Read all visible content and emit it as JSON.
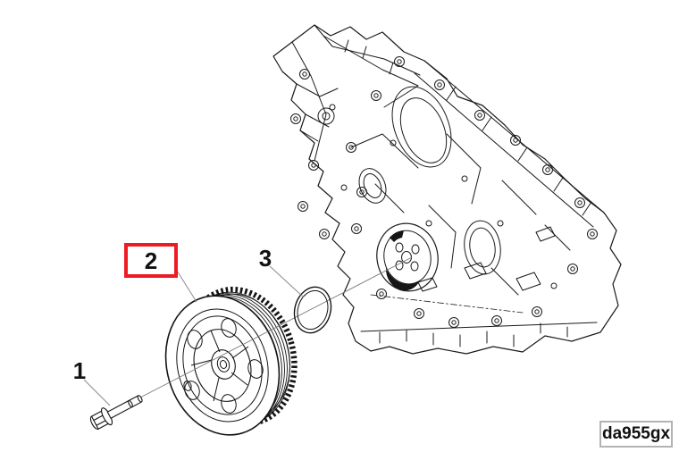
{
  "page": {
    "background": "#ffffff"
  },
  "diagram": {
    "code_label": "da955gx",
    "callouts": [
      {
        "number": "1",
        "highlighted": false
      },
      {
        "number": "2",
        "highlighted": true
      },
      {
        "number": "3",
        "highlighted": false
      }
    ],
    "colors": {
      "highlight_box": "#ed1c24",
      "artwork_line": "#1a1a1a",
      "leader_line": "#8a8a8a",
      "code_box_border": "#b3b3b3"
    }
  }
}
